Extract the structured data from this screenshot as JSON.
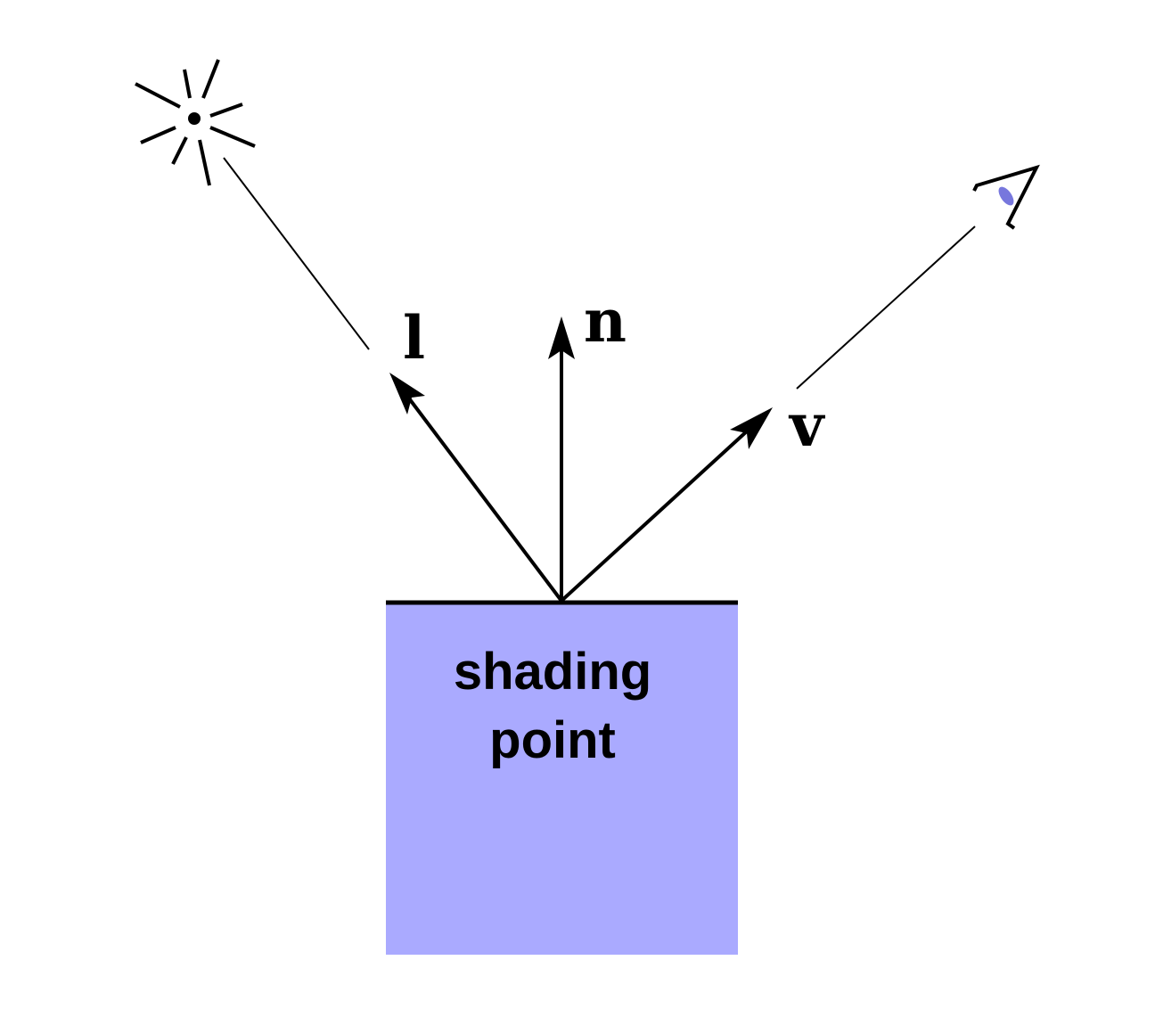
{
  "labels": {
    "light_vector": "l",
    "normal_vector": "n",
    "view_vector": "v",
    "block_line1": "shading",
    "block_line2": "point"
  },
  "colors": {
    "surface_fill": "#aaaaff",
    "eye_iris": "#7777dd",
    "stroke": "#000000"
  },
  "icons": {
    "light": "light-source-icon",
    "eye": "eye-icon"
  }
}
